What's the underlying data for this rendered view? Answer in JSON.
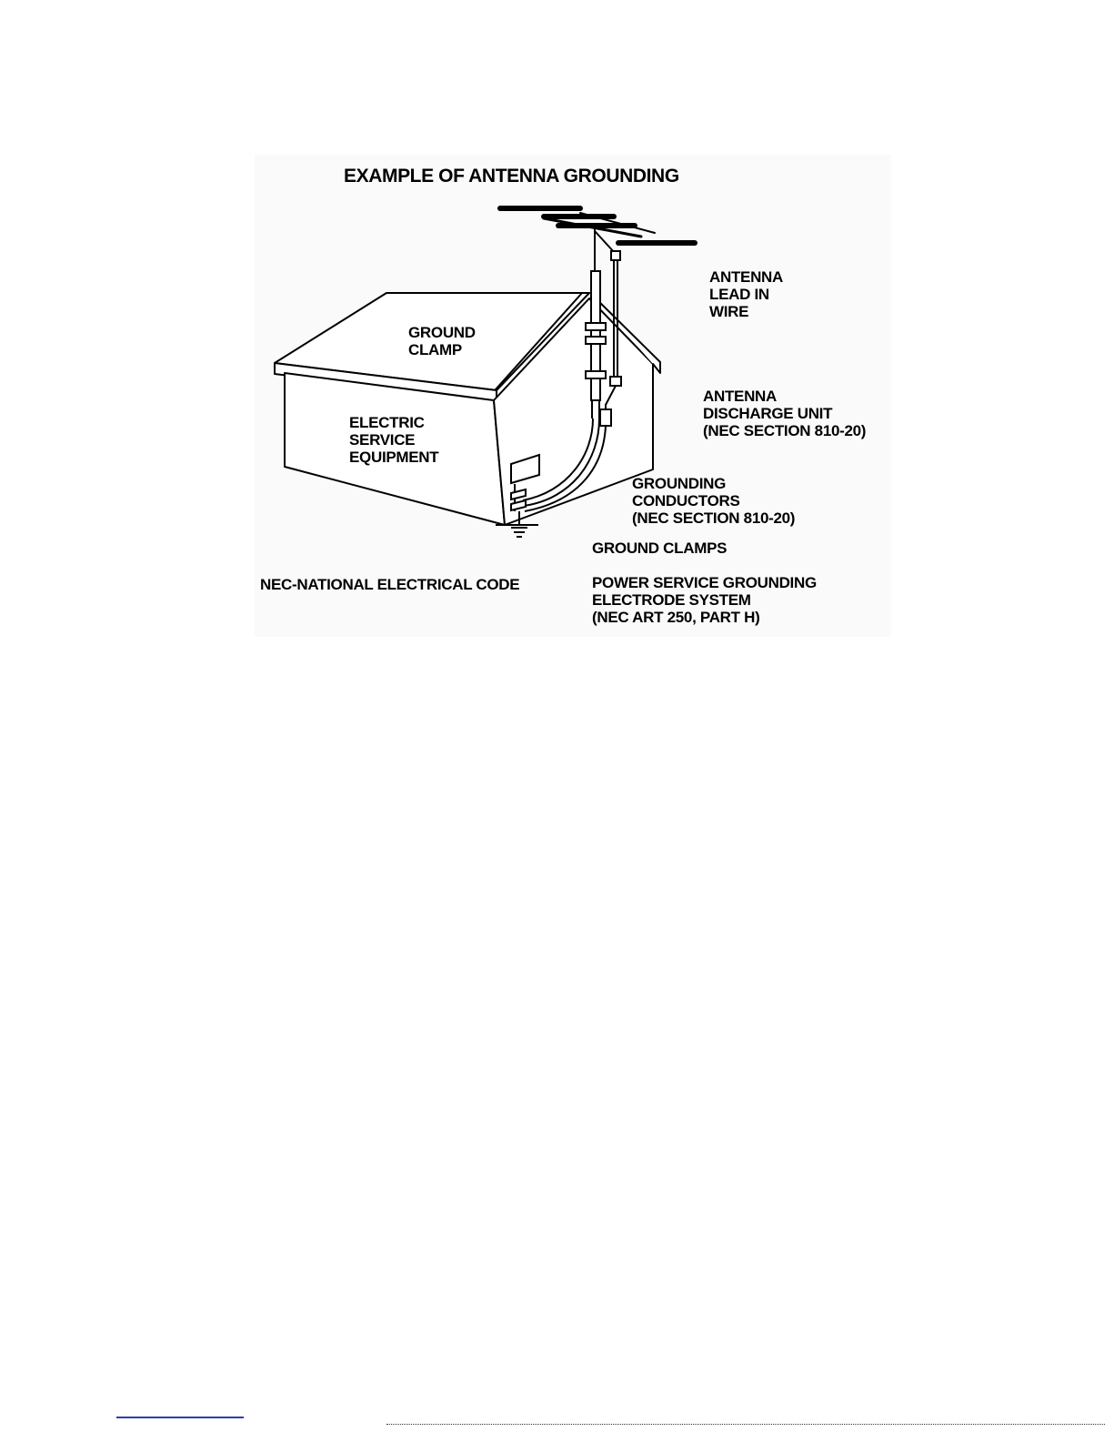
{
  "title": "EXAMPLE OF ANTENNA GROUNDING",
  "labels": {
    "ground_clamp": [
      "GROUND",
      "CLAMP"
    ],
    "electric_service_equipment": [
      "ELECTRIC",
      "SERVICE",
      "EQUIPMENT"
    ],
    "antenna_lead_in_wire": [
      "ANTENNA",
      "LEAD IN",
      "WIRE"
    ],
    "antenna_discharge_unit": [
      "ANTENNA",
      "DISCHARGE UNIT",
      "(NEC SECTION 810-20)"
    ],
    "grounding_conductors": [
      "GROUNDING",
      "CONDUCTORS",
      "(NEC SECTION 810-20)"
    ],
    "ground_clamps": "GROUND CLAMPS",
    "nec_note": "NEC-NATIONAL ELECTRICAL CODE",
    "power_service": [
      "POWER SERVICE GROUNDING",
      "ELECTRODE SYSTEM",
      "(NEC ART 250, PART H)"
    ]
  },
  "colors": {
    "ink": "#000000",
    "figure_background": "#fafafa",
    "page_rule": "#2b3fb0"
  }
}
